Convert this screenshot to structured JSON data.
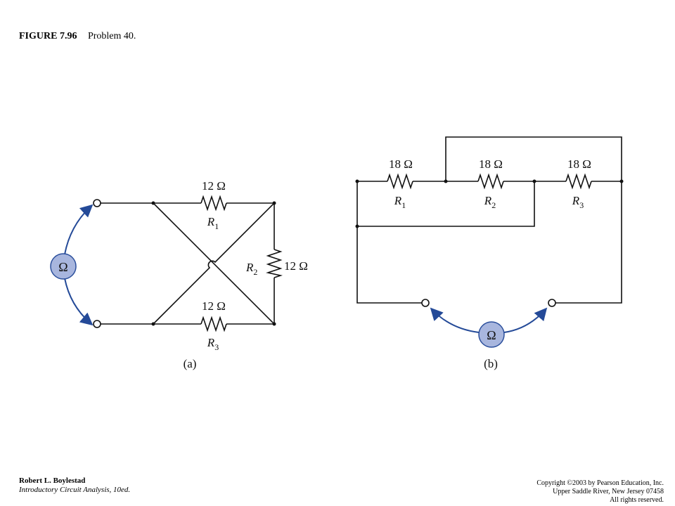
{
  "figure": {
    "number": "FIGURE 7.96",
    "caption": "Problem 40."
  },
  "meter_symbol": "Ω",
  "circuit_a": {
    "label": "(a)",
    "r1": {
      "value": "12 Ω",
      "name": "R",
      "sub": "1"
    },
    "r2": {
      "value": "12 Ω",
      "name": "R",
      "sub": "2"
    },
    "r3": {
      "value": "12 Ω",
      "name": "R",
      "sub": "3"
    }
  },
  "circuit_b": {
    "label": "(b)",
    "r1": {
      "value": "18 Ω",
      "name": "R",
      "sub": "1"
    },
    "r2": {
      "value": "18 Ω",
      "name": "R",
      "sub": "2"
    },
    "r3": {
      "value": "18 Ω",
      "name": "R",
      "sub": "3"
    }
  },
  "colors": {
    "meter_fill": "#a8b6de",
    "meter_stroke": "#2b4f9c",
    "lead": "#244a98",
    "wire": "#111111"
  },
  "footer": {
    "author": "Robert L. Boylestad",
    "book": "Introductory Circuit Analysis, 10ed.",
    "copyright": "Copyright ©2003 by Pearson Education, Inc.",
    "address": "Upper Saddle River, New Jersey 07458",
    "rights": "All rights reserved."
  }
}
